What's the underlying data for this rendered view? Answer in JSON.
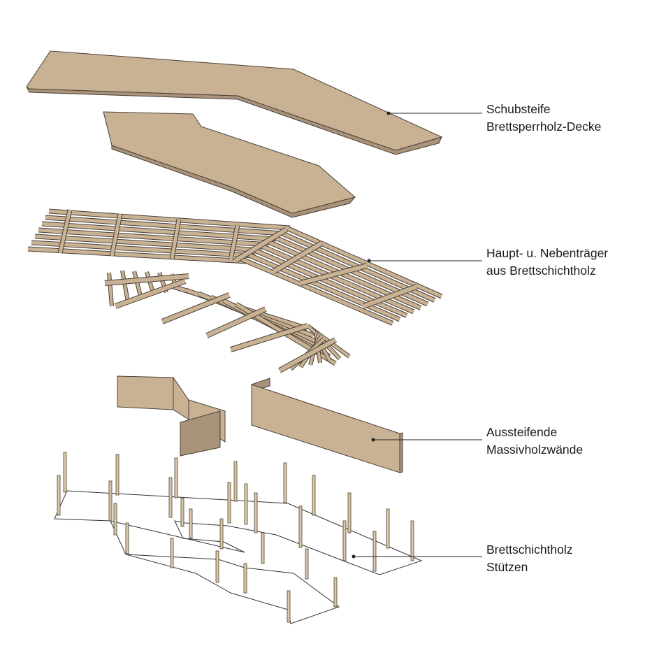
{
  "colors": {
    "wood": "#c9b293",
    "wood_dark": "#a8927a",
    "outline": "#4a4038",
    "column": "#dcc8a5"
  },
  "labels": [
    {
      "line1": "Schubsteife",
      "line2": "Brettsperrholz-Decke"
    },
    {
      "line1": "Haupt- u. Nebenträger",
      "line2": "aus Brettschichtholz"
    },
    {
      "line1": "Aussteifende",
      "line2": "Massivholzwände"
    },
    {
      "line1": "Brettschichtholz",
      "line2": "Stützen"
    }
  ]
}
